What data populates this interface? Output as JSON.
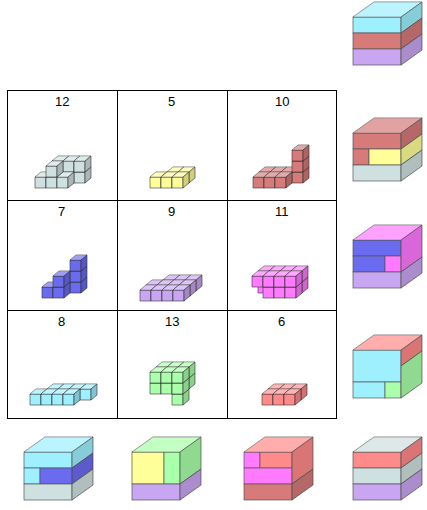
{
  "diagram": {
    "labels": [
      "12",
      "5",
      "10",
      "7",
      "9",
      "11",
      "8",
      "13",
      "6"
    ]
  }
}
